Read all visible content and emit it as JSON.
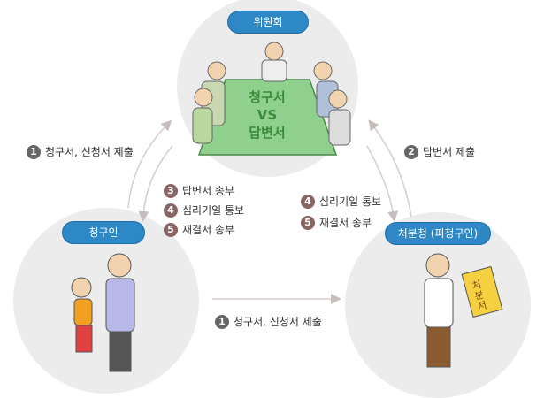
{
  "committee": {
    "label": "위원회",
    "table_text": [
      "청구서",
      "VS",
      "답변서"
    ]
  },
  "claimant": {
    "label": "청구인"
  },
  "agency": {
    "label": "처분청 (피청구인)",
    "document_text": "처분서"
  },
  "steps": {
    "left_up": {
      "num": "1",
      "text": "청구서, 신청서 제출"
    },
    "right_up": {
      "num": "2",
      "text": "답변서 제출"
    },
    "left_down": [
      {
        "num": "3",
        "text": "답변서 송부"
      },
      {
        "num": "4",
        "text": "심리기일 통보"
      },
      {
        "num": "5",
        "text": "재결서 송부"
      }
    ],
    "right_down": [
      {
        "num": "4",
        "text": "심리기일 통보"
      },
      {
        "num": "5",
        "text": "재결서 송부"
      }
    ],
    "bottom": {
      "num": "1",
      "text": "청구서, 신청서 제출"
    }
  },
  "colors": {
    "pill": "#2f88c6",
    "badge_gray": "#666666",
    "badge_brown": "#8a6565",
    "circle": "#ececec"
  }
}
